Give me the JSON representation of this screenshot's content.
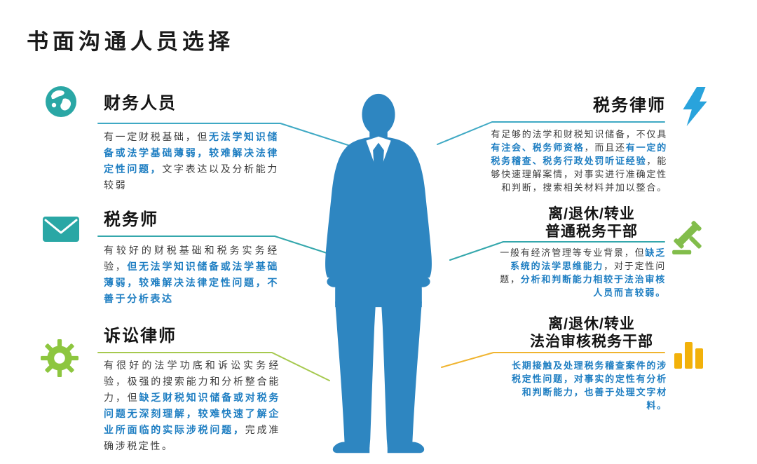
{
  "page": {
    "title": "书面沟通人员选择"
  },
  "colors": {
    "highlight_text_blue": "#1E7EC2",
    "body_text": "#3C3C3C",
    "silhouette_blue": "#2E86C1",
    "teal": "#2AA7A5",
    "green": "#8DC63F",
    "lightning_blue": "#29A3DC",
    "gold": "#F2B10A",
    "line_teal": "#3FA9C4",
    "line_green": "#A6C94F",
    "line_gold": "#F0B42F"
  },
  "left_items": [
    {
      "icon": "globe-icon",
      "title": "财务人员",
      "segments": [
        {
          "t": "有一定财税基础，但",
          "h": false
        },
        {
          "t": "无法学知识储备或法学基础薄弱，较难解决法律定性问题，",
          "h": true
        },
        {
          "t": "文字表达以及分析能力较弱",
          "h": false
        }
      ]
    },
    {
      "icon": "envelope-icon",
      "title": "税务师",
      "segments": [
        {
          "t": "有较好的财税基础和税务实务经验，",
          "h": false
        },
        {
          "t": "但无法学知识储备或法学基础薄弱，较难解决法律定性问题，不善于分析表达",
          "h": true
        }
      ]
    },
    {
      "icon": "gear-icon",
      "title": "诉讼律师",
      "segments": [
        {
          "t": "有很好的法学功底和诉讼实务经验，极强的搜索能力和分析整合能力，但",
          "h": false
        },
        {
          "t": "缺乏财税知识储备或对税务问题无深刻理解，较难快速了解企业所面临的实际涉税问题，",
          "h": true
        },
        {
          "t": "完成准确涉税定性。",
          "h": false
        }
      ]
    }
  ],
  "right_items": [
    {
      "icon": "lightning-icon",
      "title_lines": [
        "税务律师"
      ],
      "segments": [
        {
          "t": "有足够的法学和财税知识储备，不仅具",
          "h": false
        },
        {
          "t": "有注会、税务师资格",
          "h": true
        },
        {
          "t": "，而且还",
          "h": false
        },
        {
          "t": "有一定的税务稽查、税务行政处罚听证经验",
          "h": true
        },
        {
          "t": "，能够快速理解案情，对事实进行准确定性和判断，搜索相关材料并加以整合。",
          "h": false
        }
      ]
    },
    {
      "icon": "gavel-icon",
      "title_lines": [
        "离/退休/转业",
        "普通税务干部"
      ],
      "segments": [
        {
          "t": "一般有经济管理等专业背景，但",
          "h": false
        },
        {
          "t": "缺乏系统的法学思维能力",
          "h": true
        },
        {
          "t": "，对于定性问题，",
          "h": false
        },
        {
          "t": "分析和判断能力相较于法治审核人员而言较弱。",
          "h": true
        }
      ]
    },
    {
      "icon": "bar-chart-icon",
      "title_lines": [
        "离/退休/转业",
        "法治审核税务干部"
      ],
      "segments": [
        {
          "t": "长期接触及处理税务稽查案件的涉税定性问题，对事实的定性有分析和判断能力，也善于处理文字材料。",
          "h": true
        }
      ]
    }
  ]
}
